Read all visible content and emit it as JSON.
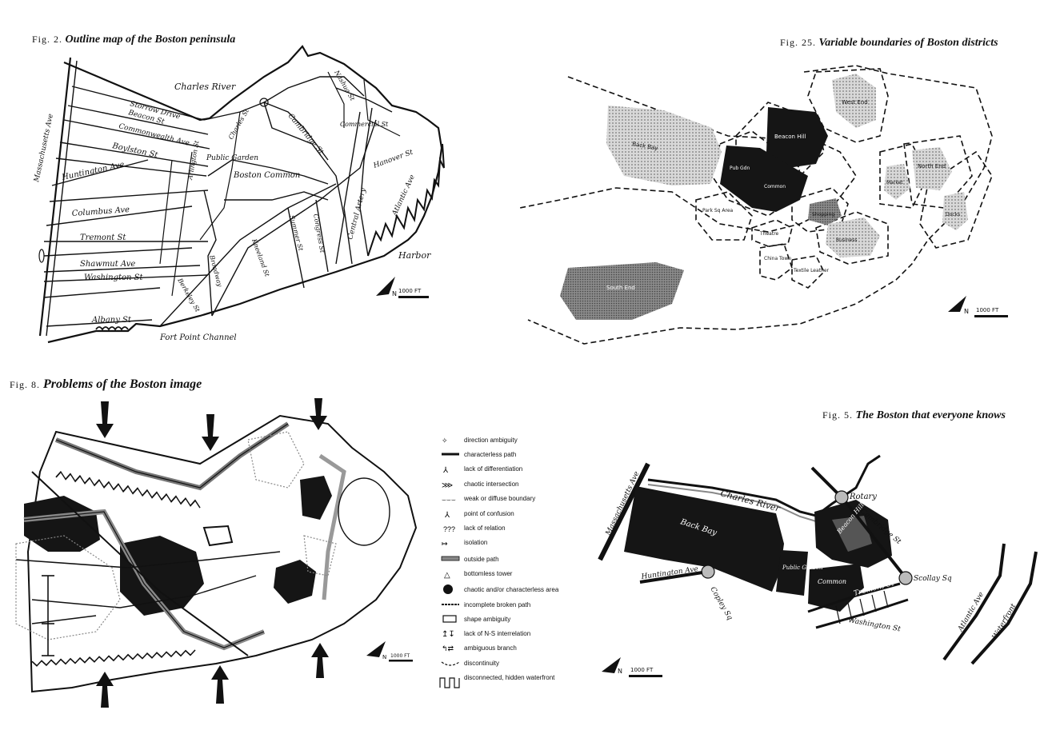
{
  "fig2": {
    "fig_label": "Fig. 2.",
    "title": "Outline map of the Boston peninsula",
    "labels": {
      "charles_river": "Charles River",
      "storrow": "Storrow Drive",
      "beacon": "Beacon St",
      "commonwealth": "Commonwealth Ave",
      "boylston": "Boylston St",
      "huntington": "Huntington Ave",
      "columbus": "Columbus Ave",
      "tremont": "Tremont St",
      "shawmut": "Shawmut Ave",
      "washington": "Washington St",
      "albany": "Albany St",
      "fort_point": "Fort Point Channel",
      "mass_ave": "Massachusetts Ave",
      "public_garden": "Public Garden",
      "boston_common": "Boston Common",
      "harbor": "Harbor",
      "cambridge": "Cambridge St",
      "hanover": "Hanover St",
      "commercial": "Commercial St",
      "atlantic": "Atlantic Ave",
      "central_artery": "Central Artery",
      "nashua": "Nashua St",
      "charles_st": "Charles St",
      "arlington": "Arlington St",
      "summer": "Summer St",
      "congress": "Congress St",
      "berkeley": "Berkeley St",
      "broadway": "Broadway",
      "kneeland": "Kneeland St",
      "scale": "1000 FT",
      "north": "N"
    }
  },
  "fig25": {
    "fig_label": "Fig. 25.",
    "title": "Variable boundaries of Boston districts",
    "districts": {
      "back_bay": "Back Bay",
      "beacon_hill": "Beacon Hill",
      "west_end": "West End",
      "north_end": "North End",
      "market": "Market",
      "docks": "Docks",
      "shopping": "Shopping",
      "business": "Business",
      "common": "Common",
      "public_garden": "Pub Gdn",
      "park_sq": "Park Sq Area",
      "theatre": "Theatre",
      "china_town": "China Town",
      "textile": "Textile Leather",
      "south_end": "South End"
    },
    "scale": "1000 FT",
    "north": "N"
  },
  "fig8": {
    "fig_label": "Fig. 8.",
    "title": "Problems of the Boston image",
    "legend": [
      "direction ambiguity",
      "characterless path",
      "lack of differentiation",
      "chaotic intersection",
      "weak or diffuse boundary",
      "point of confusion",
      "lack of relation",
      "isolation",
      "outside path",
      "bottomless tower",
      "chaotic and/or characterless area",
      "incomplete broken path",
      "shape ambiguity",
      "lack of N-S interrelation",
      "ambiguous branch",
      "discontinuity",
      "disconnected, hidden waterfront"
    ],
    "scale": "1000 FT",
    "north": "N"
  },
  "fig5": {
    "fig_label": "Fig. 5.",
    "title": "The Boston that everyone knows",
    "labels": {
      "charles_river": "Charles River",
      "mass_ave": "Massachusetts Ave",
      "back_bay": "Back Bay",
      "rotary": "Rotary",
      "cambridge": "Cambridge St",
      "beacon_hill": "Beacon Hill",
      "public_garden": "Public Garden",
      "common": "Common",
      "huntington": "Huntington Ave",
      "copley": "Copley Sq",
      "scollay": "Scollay Sq",
      "tremont": "Tremont St",
      "washington": "Washington St",
      "atlantic": "Atlantic Ave",
      "waterfront": "Waterfront",
      "scale": "1000 FT",
      "north": "N"
    }
  },
  "colors": {
    "ink": "#111111",
    "dark_fill": "#1a1a1a",
    "gray_fill": "#8a8a8a",
    "light_fill": "#c8c8c8",
    "paper": "#ffffff"
  }
}
